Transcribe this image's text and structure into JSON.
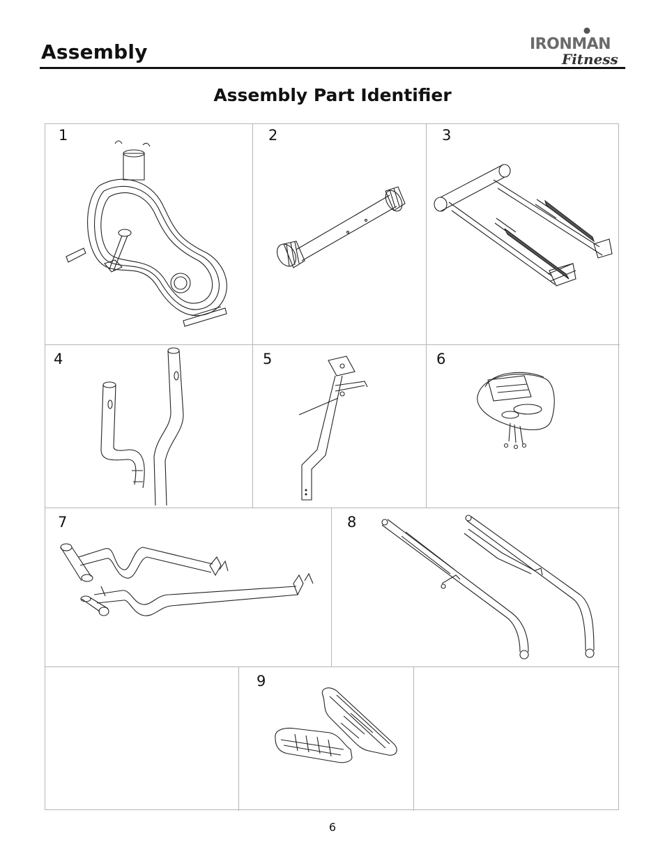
{
  "header": {
    "title": "Assembly",
    "logo_text_top": "IRONMAN",
    "logo_text_bottom": "Fitness"
  },
  "section_title": "Assembly Part Identifier",
  "parts": [
    {
      "number": "1",
      "icon": "main-frame-icon"
    },
    {
      "number": "2",
      "icon": "front-stabilizer-tube-icon"
    },
    {
      "number": "3",
      "icon": "rear-stabilizer-frame-icon"
    },
    {
      "number": "4",
      "icon": "handlebar-posts-icon"
    },
    {
      "number": "5",
      "icon": "console-mast-icon"
    },
    {
      "number": "6",
      "icon": "console-computer-icon"
    },
    {
      "number": "7",
      "icon": "pedal-arms-icon"
    },
    {
      "number": "8",
      "icon": "swing-arms-icon"
    },
    {
      "number": "9",
      "icon": "foot-pedals-icon"
    }
  ],
  "footer": {
    "page_number": "6"
  }
}
